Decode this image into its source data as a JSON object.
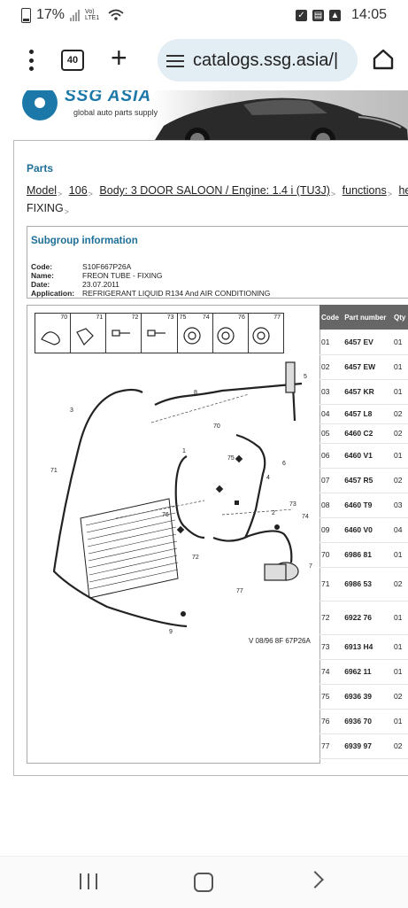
{
  "status": {
    "battery": "17%",
    "network": "Vo) LTE1",
    "time": "14:05"
  },
  "browser": {
    "tab_count": "40",
    "url": "catalogs.ssg.asia/|"
  },
  "banner": {
    "logo": "SSG ASIA",
    "tagline": "global auto parts supply"
  },
  "parts": {
    "title": "Parts",
    "breadcrumb": [
      {
        "label": "Model"
      },
      {
        "label": "106"
      },
      {
        "label": "Body: 3 DOOR SALOON / Engine: 1.4 i (TU3J)"
      },
      {
        "label": "functions"
      },
      {
        "label": "heating"
      }
    ],
    "breadcrumb_line2": "FIXING"
  },
  "subgroup": {
    "heading": "Subgroup information",
    "fields": [
      {
        "key": "Code:",
        "value": "S10F667P26A"
      },
      {
        "key": "Name:",
        "value": "FREON TUBE - FIXING"
      },
      {
        "key": "Date:",
        "value": "23.07.2011"
      },
      {
        "key": "Application:",
        "value": "REFRIGERANT LIQUID R134 And AIR CONDITIONING"
      }
    ]
  },
  "diagram": {
    "legend_numbers": [
      "70",
      "71",
      "72",
      "73",
      "74",
      "75",
      "76",
      "77"
    ],
    "reference": "V 08/96 8F 67P26A",
    "callouts": [
      "1",
      "2",
      "3",
      "4",
      "5",
      "6",
      "7",
      "8",
      "9",
      "70",
      "71",
      "72",
      "73",
      "74",
      "75",
      "76",
      "77"
    ]
  },
  "table": {
    "headers": [
      "Code",
      "Part number",
      "Qty"
    ],
    "rows": [
      {
        "code": "01",
        "part": "6457 EV",
        "qty": "01"
      },
      {
        "code": "02",
        "part": "6457 EW",
        "qty": "01"
      },
      {
        "code": "03",
        "part": "6457 KR",
        "qty": "01"
      },
      {
        "code": "04",
        "part": "6457 L8",
        "qty": "02"
      },
      {
        "code": "05",
        "part": "6460 C2",
        "qty": "02"
      },
      {
        "code": "06",
        "part": "6460 V1",
        "qty": "01"
      },
      {
        "code": "07",
        "part": "6457 R5",
        "qty": "02"
      },
      {
        "code": "08",
        "part": "6460 T9",
        "qty": "03"
      },
      {
        "code": "09",
        "part": "6460 V0",
        "qty": "04"
      },
      {
        "code": "70",
        "part": "6986 81",
        "qty": "01"
      },
      {
        "code": "71",
        "part": "6986 53",
        "qty": "02"
      },
      {
        "code": "72",
        "part": "6922 76",
        "qty": "01"
      },
      {
        "code": "73",
        "part": "6913 H4",
        "qty": "01"
      },
      {
        "code": "74",
        "part": "6962 11",
        "qty": "01"
      },
      {
        "code": "75",
        "part": "6936 39",
        "qty": "02"
      },
      {
        "code": "76",
        "part": "6936 70",
        "qty": "01"
      },
      {
        "code": "77",
        "part": "6939 97",
        "qty": "02"
      }
    ]
  }
}
